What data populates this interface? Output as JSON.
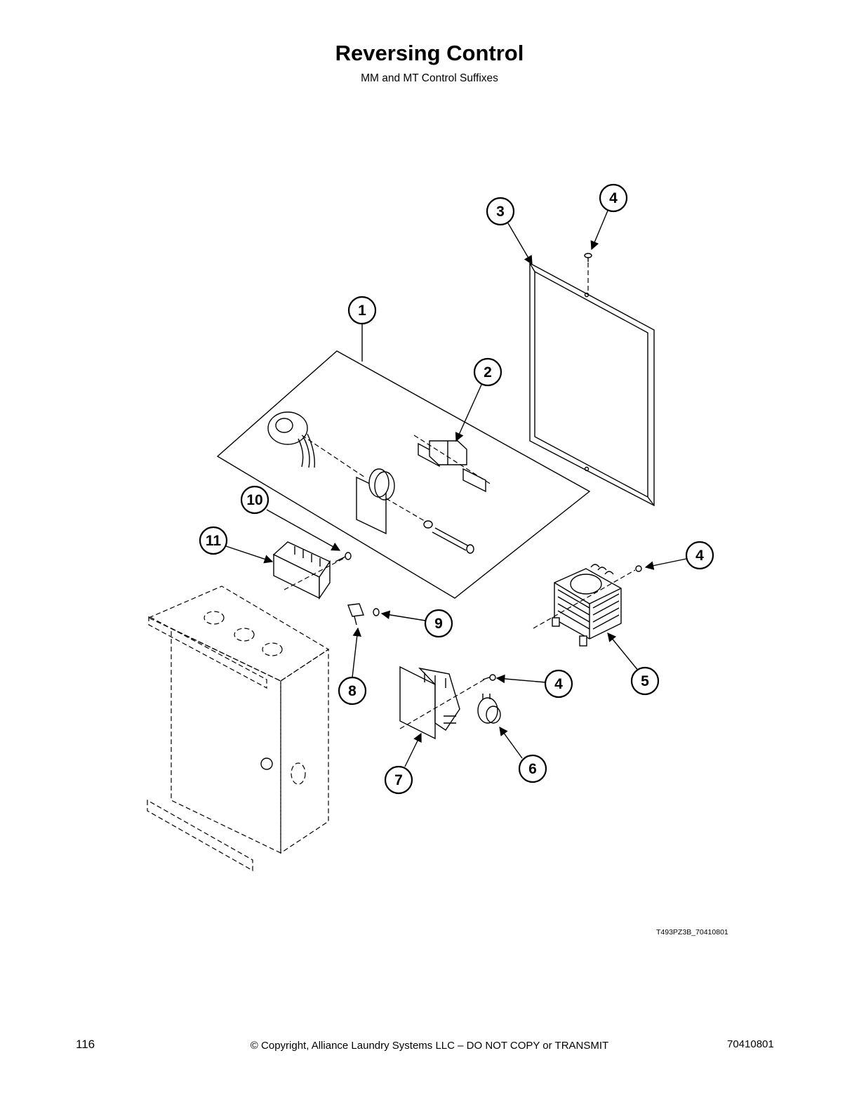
{
  "header": {
    "title": "Reversing Control",
    "subtitle": "MM and MT Control Suffixes"
  },
  "callouts": [
    {
      "id": "c1",
      "label": "1"
    },
    {
      "id": "c2",
      "label": "2"
    },
    {
      "id": "c3",
      "label": "3"
    },
    {
      "id": "c4a",
      "label": "4"
    },
    {
      "id": "c4b",
      "label": "4"
    },
    {
      "id": "c4c",
      "label": "4"
    },
    {
      "id": "c5",
      "label": "5"
    },
    {
      "id": "c6",
      "label": "6"
    },
    {
      "id": "c7",
      "label": "7"
    },
    {
      "id": "c8",
      "label": "8"
    },
    {
      "id": "c9",
      "label": "9"
    },
    {
      "id": "c10",
      "label": "10"
    },
    {
      "id": "c11",
      "label": "11"
    }
  ],
  "drawing_ref": "T493PZ3B_70410801",
  "footer": {
    "page_number": "116",
    "copyright": "© Copyright, Alliance Laundry Systems LLC – DO NOT COPY or TRANSMIT",
    "doc_number": "70410801"
  }
}
